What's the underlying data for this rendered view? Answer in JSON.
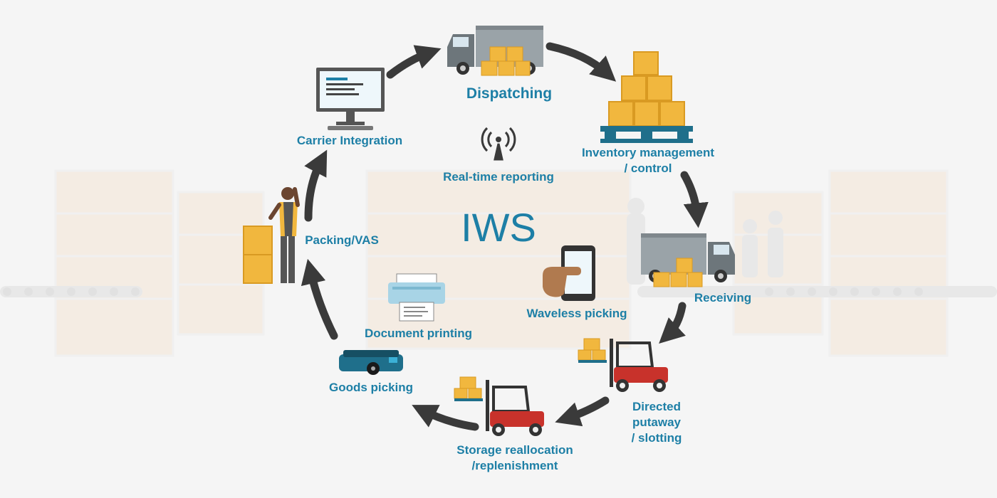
{
  "diagram": {
    "center_label": "IWS",
    "cycle_steps": [
      {
        "id": "dispatching",
        "label": "Dispatching",
        "icon": "truck-loaded-icon"
      },
      {
        "id": "inventory",
        "label": "Inventory management\n/ control",
        "icon": "pallet-boxes-icon"
      },
      {
        "id": "receiving",
        "label": "Receiving",
        "icon": "truck-loaded-icon"
      },
      {
        "id": "putaway",
        "label": "Directed\nputaway\n/ slotting",
        "icon": "forklift-icon"
      },
      {
        "id": "storage",
        "label": "Storage reallocation\n/replenishment",
        "icon": "forklift-icon"
      },
      {
        "id": "goods",
        "label": "Goods picking",
        "icon": "robot-picker-icon"
      },
      {
        "id": "packing",
        "label": "Packing/VAS",
        "icon": "worker-icon"
      },
      {
        "id": "carrier",
        "label": "Carrier Integration",
        "icon": "monitor-icon"
      }
    ],
    "inner_features": [
      {
        "id": "realtime",
        "label": "Real-time reporting",
        "icon": "broadcast-antenna-icon"
      },
      {
        "id": "waveless",
        "label": "Waveless picking",
        "icon": "phone-tap-icon"
      },
      {
        "id": "document",
        "label": "Document printing",
        "icon": "printer-icon"
      }
    ],
    "colors": {
      "label": "#1d7fa6",
      "arrow": "#3a3a3a",
      "box": "#f1b73e",
      "box_dark": "#d99a22",
      "truck_gray": "#9aa3a8",
      "pallet": "#1f6f8b",
      "forklift_red": "#c8322b",
      "background": "#f6f6f6"
    }
  }
}
